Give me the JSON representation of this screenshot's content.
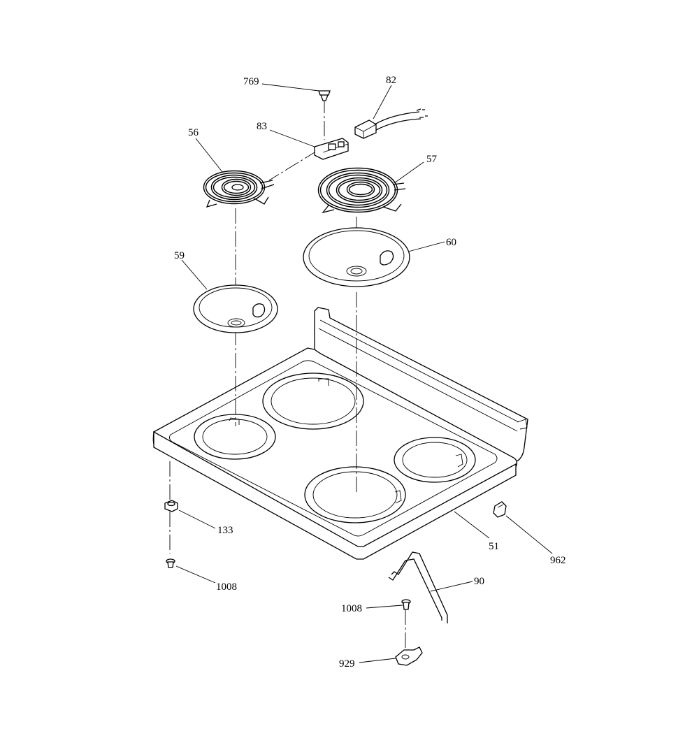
{
  "labels": {
    "l769": "769",
    "l82": "82",
    "l83": "83",
    "l56": "56",
    "l57": "57",
    "l60": "60",
    "l59": "59",
    "l133": "133",
    "l1008a": "1008",
    "l51": "51",
    "l962": "962",
    "l90": "90",
    "l1008b": "1008",
    "l929": "929"
  }
}
